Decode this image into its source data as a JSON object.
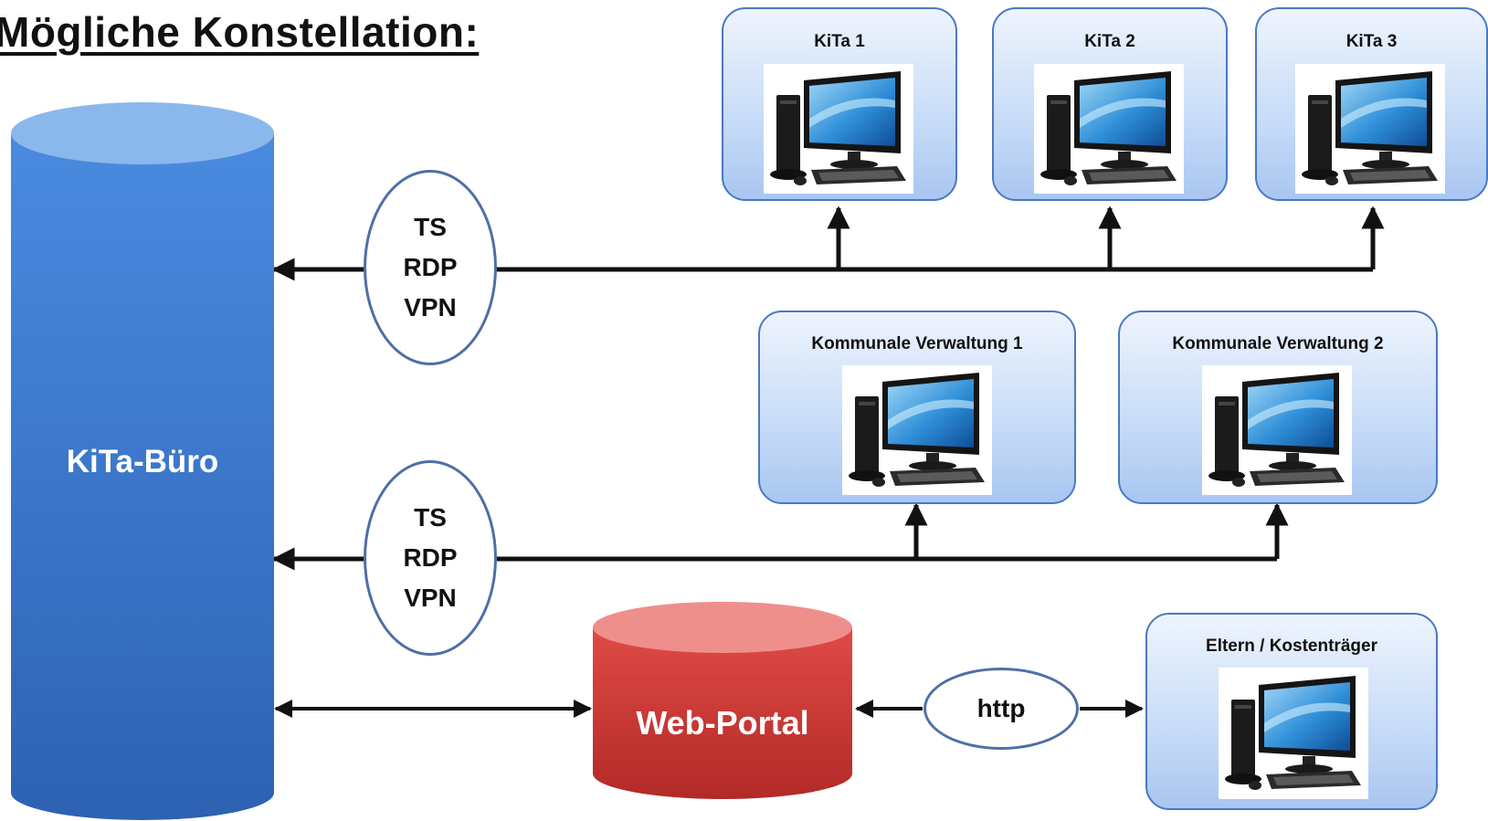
{
  "title": "Mögliche Konstellation:",
  "central_db": {
    "label": "KiTa-Büro"
  },
  "web_portal": {
    "label": "Web-Portal"
  },
  "kitas": [
    {
      "label": "KiTa 1"
    },
    {
      "label": "KiTa 2"
    },
    {
      "label": "KiTa 3"
    }
  ],
  "admins": [
    {
      "label": "Kommunale Verwaltung 1"
    },
    {
      "label": "Kommunale Verwaltung 2"
    }
  ],
  "parents": {
    "label": "Eltern / Kostenträger"
  },
  "connections": [
    {
      "lines": [
        "TS",
        "RDP",
        "VPN"
      ]
    },
    {
      "lines": [
        "TS",
        "RDP",
        "VPN"
      ]
    }
  ],
  "http_label": "http",
  "colors": {
    "db_blue": "#3f7ed4",
    "portal_red": "#d9403d",
    "box_border": "#4a78c4",
    "ellipse_border": "#4e6fa6",
    "arrow": "#111111"
  }
}
